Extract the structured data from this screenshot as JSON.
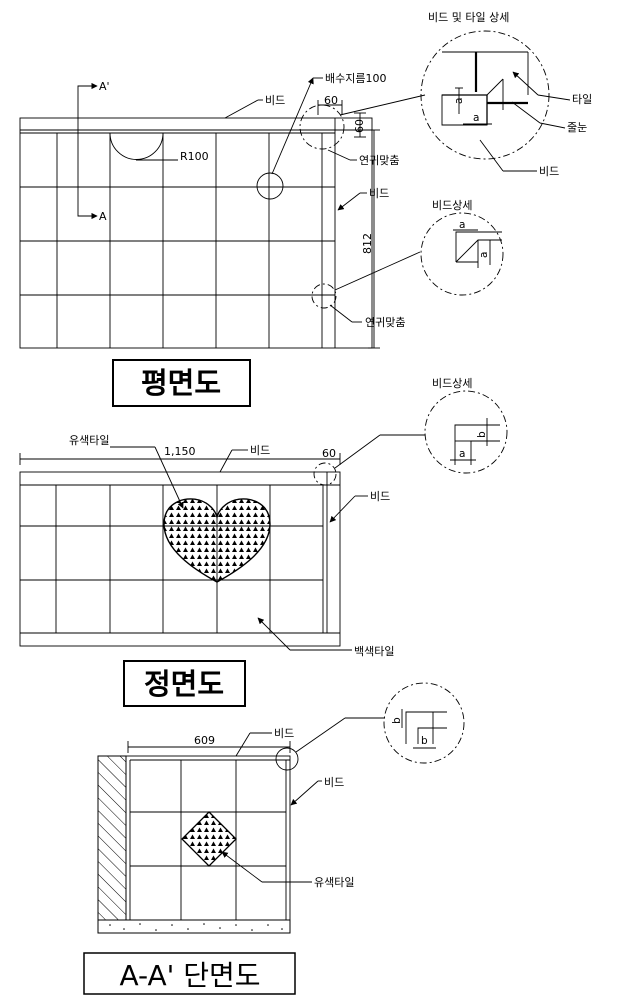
{
  "plan": {
    "drain_label": "배수지름100",
    "bead_top_label": "비드",
    "dim_60_h": "60",
    "dim_60_v": "60",
    "radius_label": "R100",
    "section_mark_top": "A'",
    "section_mark_bottom": "A",
    "bead_right_label": "비드",
    "dim_812": "812",
    "corner_joint_label_1": "연귀맞춤",
    "corner_joint_label_2": "연귀맞춤",
    "title": "평면도"
  },
  "detail_bead_tile": {
    "title": "비드 및 타일 상세",
    "tile_label": "타일",
    "joint_label": "줄눈",
    "bead_label": "비드",
    "dim_a_1": "a",
    "dim_a_2": "a"
  },
  "detail_bead_1": {
    "title": "비드상세",
    "dim_a_1": "a",
    "dim_a_2": "a"
  },
  "front": {
    "colored_tile_label": "유색타일",
    "dim_1150": "1,150",
    "bead_top_label": "비드",
    "dim_60": "60",
    "bead_right_label": "비드",
    "white_tile_label": "백색타일",
    "title": "정면도"
  },
  "detail_bead_2": {
    "title": "비드상세",
    "dim_b": "b",
    "dim_a": "a"
  },
  "section": {
    "dim_609": "609",
    "bead_top_label": "비드",
    "bead_right_label": "비드",
    "colored_tile_label": "유색타일",
    "title": "A-A' 단면도"
  },
  "detail_bead_3": {
    "dim_b_1": "b",
    "dim_b_2": "b"
  }
}
